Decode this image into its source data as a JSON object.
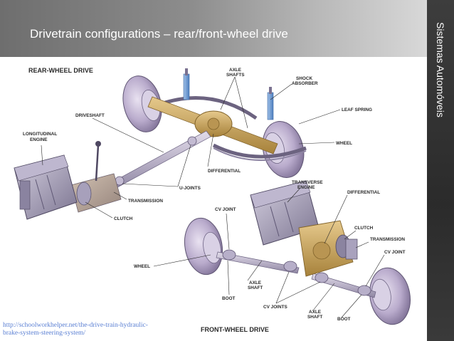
{
  "slide": {
    "title": "Drivetrain configurations – rear/front-wheel drive",
    "side_label": "Sistemas Automóveis",
    "credit_line1": "http://schoolworkhelper.net/the-drive-train-hydraulic-",
    "credit_line2": "brake-system-steering-system/"
  },
  "rear": {
    "heading": "REAR-WHEEL DRIVE",
    "axle_shafts_1": "AXLE",
    "axle_shafts_2": "SHAFTS",
    "shock_1": "SHOCK",
    "shock_2": "ABSORBER",
    "leaf_spring": "LEAF SPRING",
    "driveshaft": "DRIVESHAFT",
    "long_engine_1": "LONGITUDINAL",
    "long_engine_2": "ENGINE",
    "wheel": "WHEEL",
    "differential": "DIFFERENTIAL",
    "u_joints": "U-JOINTS",
    "transmission": "TRANSMISSION",
    "clutch": "CLUTCH"
  },
  "front": {
    "heading": "FRONT-WHEEL DRIVE",
    "transverse_1": "TRANSVERSE",
    "transverse_2": "ENGINE",
    "differential": "DIFFERENTIAL",
    "cv_joint_left": "CV JOINT",
    "clutch": "CLUTCH",
    "transmission": "TRANSMISSION",
    "cv_joint_right": "CV JOINT",
    "wheel": "WHEEL",
    "axle_shaft_1a": "AXLE",
    "axle_shaft_1b": "SHAFT",
    "boot_left": "BOOT",
    "cv_joints": "CV JOINTS",
    "axle_shaft_2a": "AXLE",
    "axle_shaft_2b": "SHAFT",
    "boot_right": "BOOT"
  },
  "colors": {
    "header_dark": "#6e6e6e",
    "band": "#2b2b2b",
    "tire": "#b7a9c9",
    "housing": "#c8a25a",
    "engine": "#9a94ad",
    "link": "#5a7fd3"
  }
}
